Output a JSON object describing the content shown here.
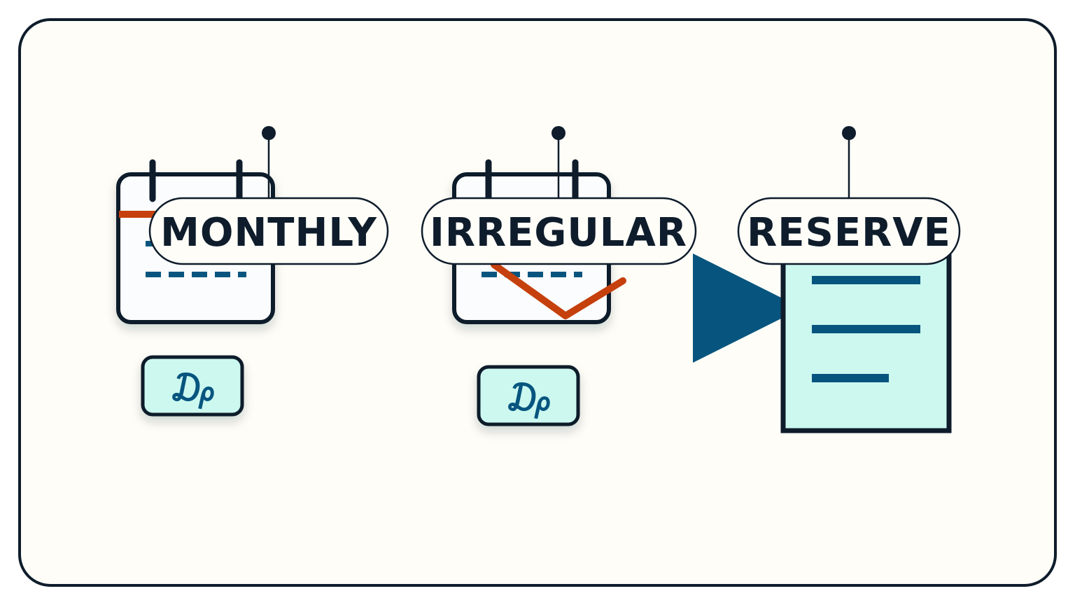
{
  "labels": {
    "monthly": "MONTHLY",
    "irregular": "IRREGULAR",
    "reserve": "RESERVE"
  },
  "icons": {
    "currency_symbol": "₯"
  },
  "colors": {
    "background": "#fefdf8",
    "outline": "#0e1c2b",
    "accent_blue": "#07557f",
    "accent_orange": "#c5400c",
    "light_teal": "#ccf8ef",
    "card_white": "#fbfcfd"
  }
}
